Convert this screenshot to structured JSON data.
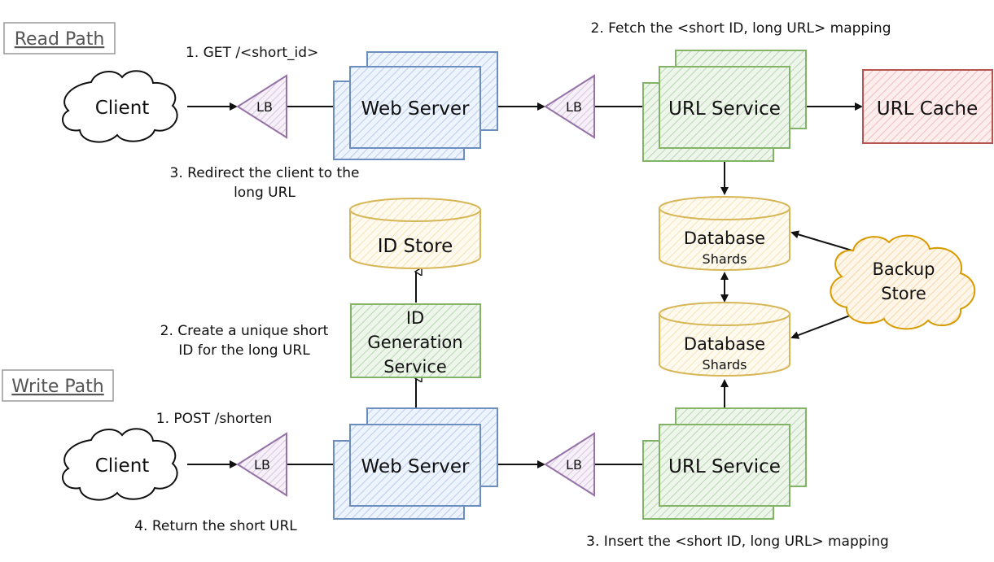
{
  "read_path": {
    "title": "Read Path",
    "client": "Client",
    "lb1": "LB",
    "web_server": "Web Server",
    "lb2": "LB",
    "url_service": "URL Service",
    "url_cache": "URL Cache",
    "step1": "1. GET /<short_id>",
    "step2": "2. Fetch the <short ID, long URL> mapping",
    "step3_line1": "3. Redirect the client to the",
    "step3_line2": "long URL"
  },
  "write_path": {
    "title": "Write Path",
    "client": "Client",
    "lb1": "LB",
    "web_server": "Web Server",
    "lb2": "LB",
    "url_service": "URL Service",
    "step1": "1. POST /shorten",
    "step2_line1": "2. Create a unique short",
    "step2_line2": "ID for the long URL",
    "step3": "3. Insert the <short ID, long URL> mapping",
    "step4": "4. Return the short URL"
  },
  "id_store": "ID Store",
  "id_generation": {
    "line1": "ID",
    "line2": "Generation",
    "line3": "Service"
  },
  "db_top": {
    "title": "Database",
    "subtitle": "Shards"
  },
  "db_bottom": {
    "title": "Database",
    "subtitle": "Shards"
  },
  "backup": {
    "line1": "Backup",
    "line2": "Store"
  },
  "colors": {
    "blue_fill": "#dae8fc",
    "blue_stroke": "#6c8ebf",
    "green_fill": "#d5e8d4",
    "green_stroke": "#82b366",
    "red_fill": "#f8cecc",
    "red_stroke": "#b85450",
    "yellow_fill": "#fff2cc",
    "yellow_stroke": "#d6b656",
    "purple_fill": "#e1d5e7",
    "purple_stroke": "#9673a6",
    "orange_fill": "#ffe6cc",
    "orange_stroke": "#d79b00"
  }
}
